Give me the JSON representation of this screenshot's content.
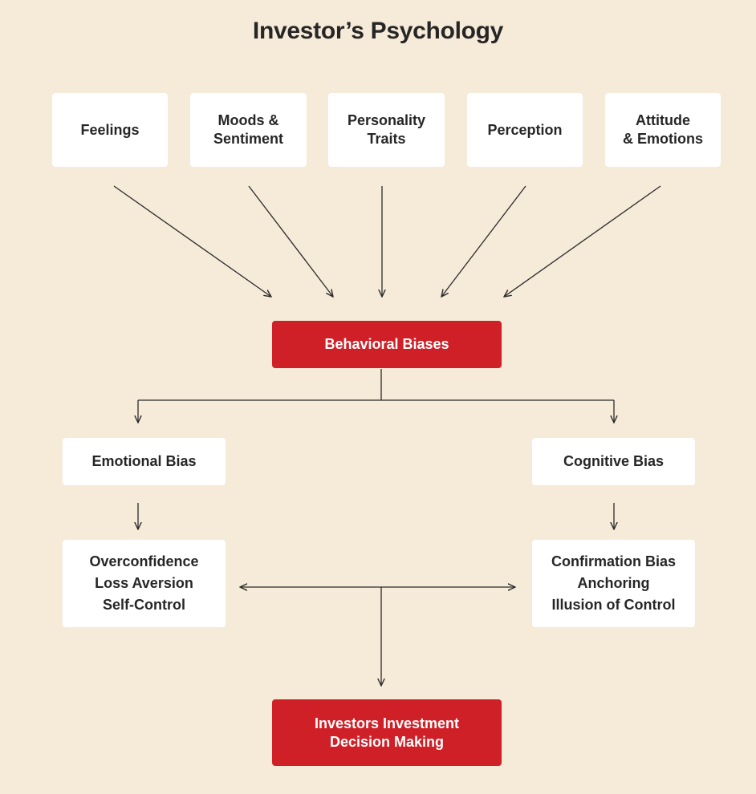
{
  "title": "Investor’s Psychology",
  "factors": [
    {
      "id": "feelings",
      "label": "Feelings"
    },
    {
      "id": "moods-sentiment",
      "label": "Moods &\nSentiment"
    },
    {
      "id": "personality-traits",
      "label": "Personality\nTraits"
    },
    {
      "id": "perception",
      "label": "Perception"
    },
    {
      "id": "attitude-emotions",
      "label": "Attitude\n& Emotions"
    }
  ],
  "behavioral_biases": {
    "label": "Behavioral Biases"
  },
  "emotional_bias": {
    "label": "Emotional Bias",
    "examples": "Overconfidence\nLoss Aversion\nSelf-Control"
  },
  "cognitive_bias": {
    "label": "Cognitive Bias",
    "examples": "Confirmation Bias\nAnchoring\nIllusion of Control"
  },
  "outcome": {
    "label": "Investors Investment\nDecision Making"
  },
  "colors": {
    "background": "#f6ead8",
    "box": "#ffffff",
    "accent_red": "#cf2027",
    "text": "#262626",
    "line": "#2b2b2b"
  }
}
